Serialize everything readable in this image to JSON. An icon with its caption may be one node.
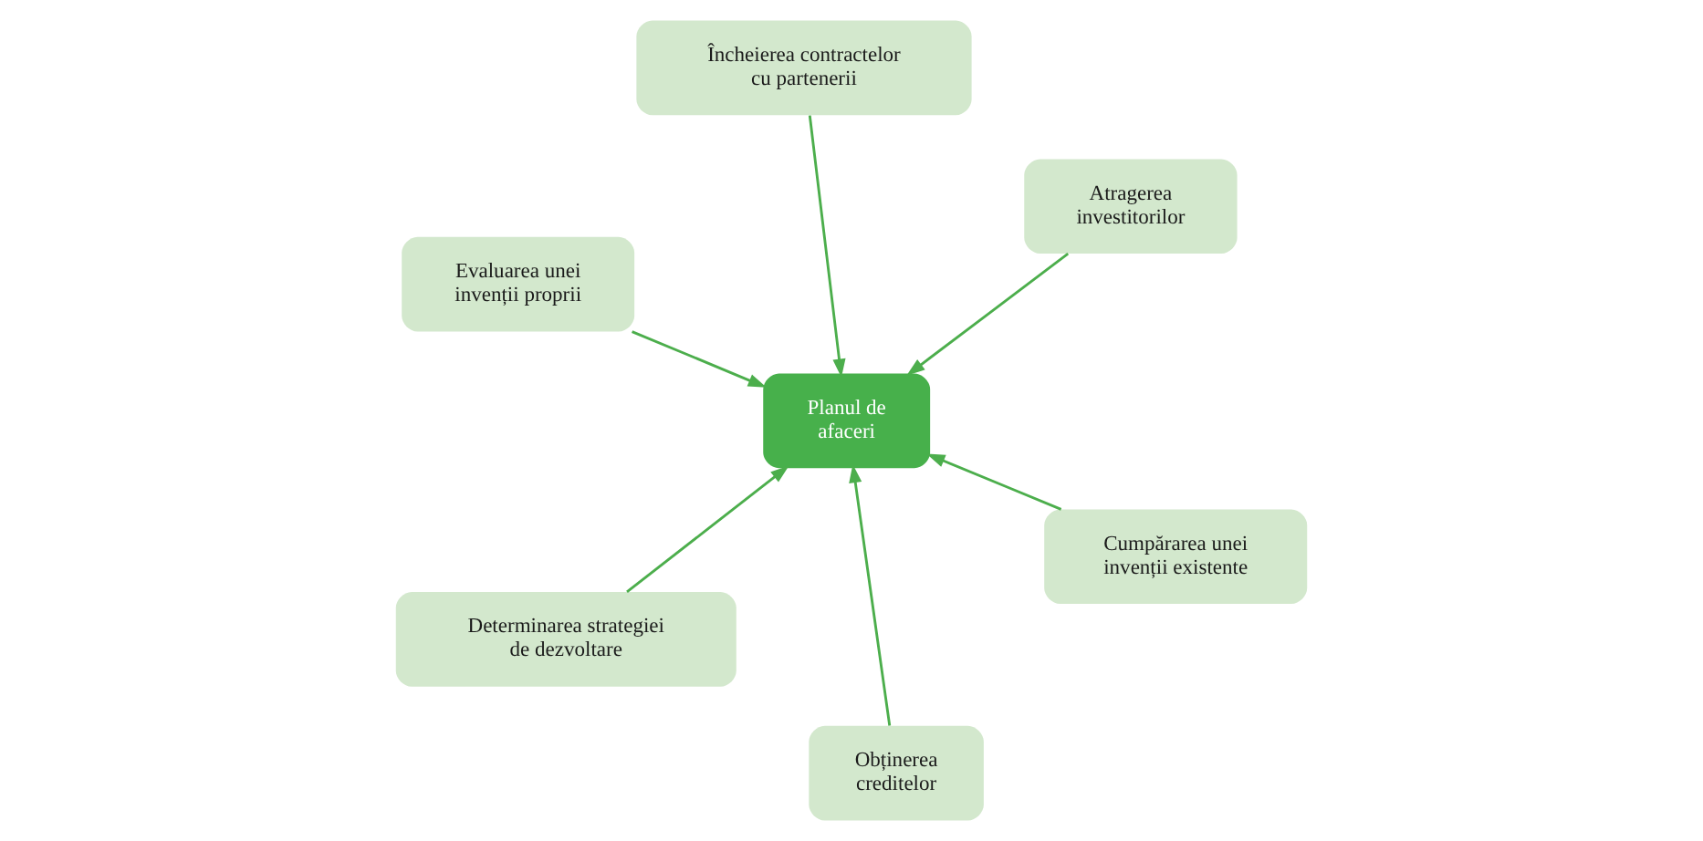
{
  "diagram": {
    "nodes": [
      {
        "text": [
          "Evaluarea unei invenții proprii"
        ]
      },
      {
        "text": [
          "Cumpărarea unei invenții existente"
        ]
      },
      {
        "text": [
          "Obținerea creditelor"
        ]
      },
      {
        "text": [
          "Planul de afaceri"
        ]
      },
      {
        "text": [
          "Atragerea investitorilor"
        ]
      },
      {
        "text": [
          "Încheierea contractelor cu partenerii"
        ]
      },
      {
        "text": [
          "Determinarea strategiei de dezvoltare"
        ]
      }
    ],
    "edges": [
      {
        "from": 0,
        "to": 3,
        "arrow": "to"
      },
      {
        "from": 1,
        "to": 3,
        "arrow": "to"
      },
      {
        "from": 2,
        "to": 3,
        "arrow": "to"
      },
      {
        "from": 4,
        "to": 3,
        "arrow": "to"
      },
      {
        "from": 5,
        "to": 3,
        "arrow": "to"
      },
      {
        "from": 6,
        "to": 3,
        "arrow": "to"
      }
    ]
  }
}
